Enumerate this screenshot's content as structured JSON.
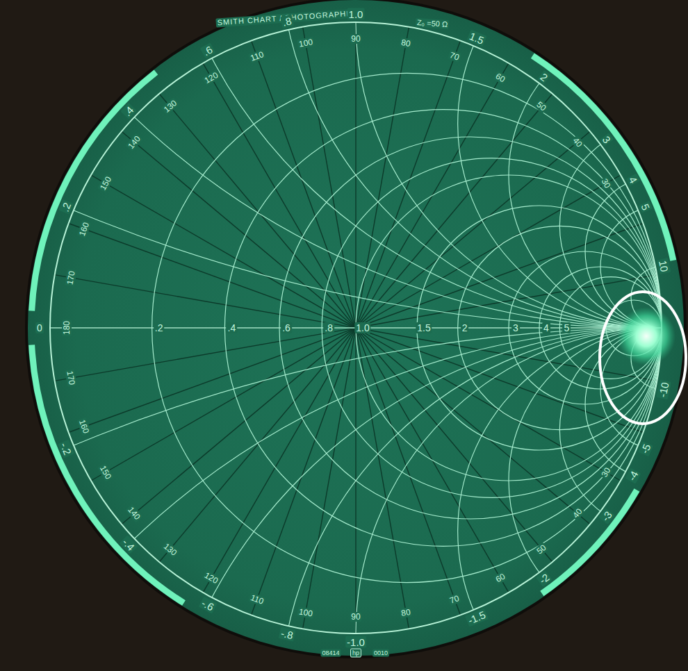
{
  "diagram": {
    "labels": [
      "SMITH CHART / PHOTOGRAPHIC",
      "Z₀ =50 Ω",
      "0",
      ".2",
      ".4",
      ".6",
      ".8",
      "1.0",
      "1.5",
      "2",
      "3",
      "4",
      "5",
      ".2",
      ".4",
      ".6",
      ".8",
      "1.0",
      "1.5",
      "2",
      "3",
      "4",
      "5",
      "10",
      "-.2",
      "-.4",
      "-.6",
      "-.8",
      "-1.0",
      "-1.5",
      "-2",
      "-3",
      "-4",
      "-5",
      "-10",
      "170",
      "160",
      "150",
      "140",
      "130",
      "120",
      "110",
      "100",
      "90",
      "80",
      "70",
      "60",
      "50",
      "40",
      "30",
      "180",
      "170",
      "160",
      "150",
      "140",
      "130",
      "120",
      "110",
      "100",
      "90",
      "80",
      "70",
      "60",
      "50",
      "40",
      "30",
      "08414",
      "hp",
      "0010"
    ]
  }
}
